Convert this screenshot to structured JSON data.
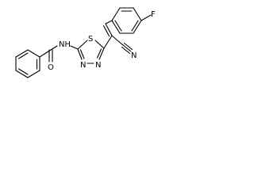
{
  "molecule": {
    "atoms": {
      "fluorine": "F",
      "nitrile_nitrogen": "N",
      "thiadiazole_sulfur": "S",
      "amide_nh": "NH",
      "amide_oxygen": "O",
      "ring_nitrogen_left": "N",
      "ring_nitrogen_right": "N"
    },
    "colors": {
      "bond": "#000000",
      "label": "#000000",
      "background": "#ffffff"
    }
  }
}
